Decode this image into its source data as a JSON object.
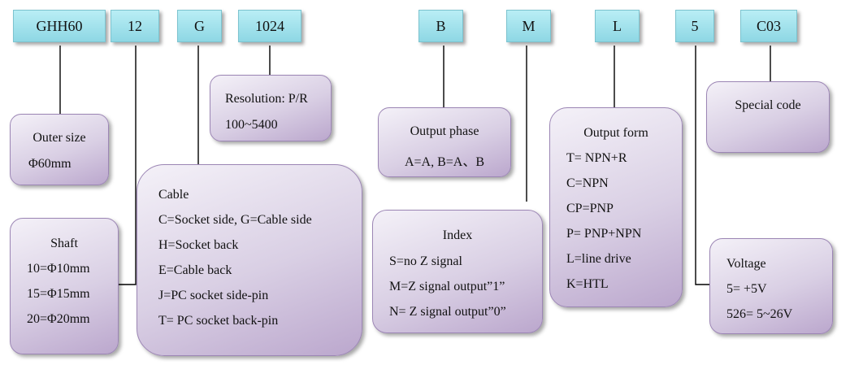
{
  "codes": [
    "GHH60",
    "12",
    "G",
    "1024",
    "B",
    "M",
    "L",
    "5",
    "C03"
  ],
  "outer_size": {
    "title": "Outer size",
    "value": "Φ60mm"
  },
  "shaft": {
    "title": "Shaft",
    "lines": [
      "10=Φ10mm",
      "15=Φ15mm",
      "20=Φ20mm"
    ]
  },
  "cable": {
    "title": "Cable",
    "lines": [
      "C=Socket side, G=Cable side",
      "H=Socket back",
      "E=Cable back",
      "J=PC socket side-pin",
      "T= PC socket back-pin"
    ]
  },
  "resolution": {
    "title": "Resolution: P/R",
    "value": "100~5400"
  },
  "output_phase": {
    "title": "Output phase",
    "value": "A=A, B=A、B"
  },
  "index": {
    "title": "Index",
    "lines": [
      "S=no Z signal",
      "M=Z signal output”1”",
      "N= Z signal output”0”"
    ]
  },
  "output_form": {
    "title": "Output form",
    "lines": [
      "T= NPN+R",
      "C=NPN",
      "CP=PNP",
      "P= PNP+NPN",
      "L=line drive",
      "K=HTL"
    ]
  },
  "special_code": {
    "title": "Special code"
  },
  "voltage": {
    "title": "Voltage",
    "lines": [
      "5= +5V",
      "526= 5~26V"
    ]
  }
}
